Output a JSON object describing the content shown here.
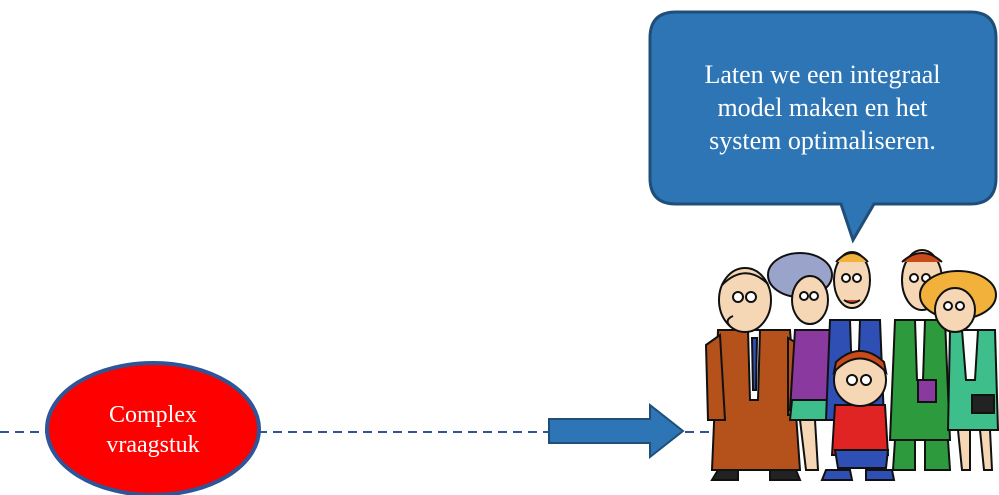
{
  "speech_bubble": {
    "lines": [
      "Laten we een integraal",
      "model maken en het",
      "system optimaliseren."
    ],
    "fill": "#2E75B6",
    "stroke": "#1F4E79"
  },
  "problem_node": {
    "lines": [
      "Complex",
      "vraagstuk"
    ],
    "fill": "#FF0000",
    "stroke": "#2E5597"
  },
  "timeline": {
    "line_color": "#2E5597",
    "style": "dashed"
  },
  "arrow": {
    "direction": "right",
    "fill": "#2E75B6",
    "stroke": "#1F4E79"
  },
  "illustration": {
    "icon": "group-of-people-cartoon",
    "colors": {
      "brown_suit": "#B5521B",
      "blue_suit": "#2F4FB5",
      "green_suit": "#2E9A3E",
      "teal_suit": "#3DBE8A",
      "red_shirt": "#E02424",
      "purple_dress": "#8A3A9E",
      "skin": "#F6D7B5",
      "grey_hair": "#9AA3C9",
      "orange_hair": "#F2B13A",
      "red_hair": "#C94A1A"
    }
  }
}
